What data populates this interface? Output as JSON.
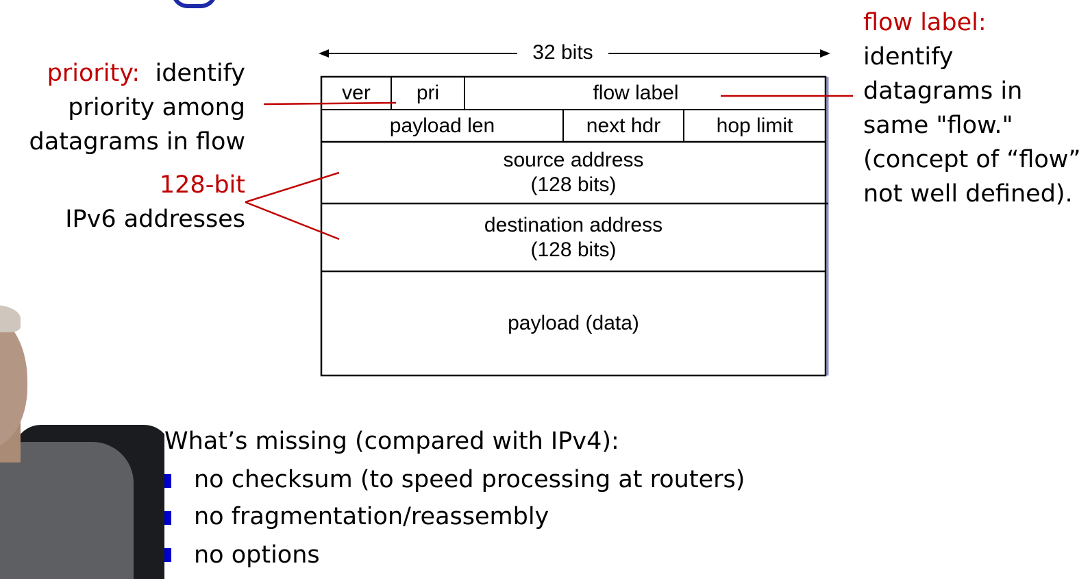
{
  "diagram": {
    "width_label": "32 bits",
    "header_row1": {
      "ver": "ver",
      "pri": "pri",
      "flow_label": "flow label"
    },
    "header_row2": {
      "payload_len": "payload len",
      "next_hdr": "next hdr",
      "hop_limit": "hop limit"
    },
    "source": {
      "line1": "source address",
      "line2": "(128 bits)"
    },
    "destination": {
      "line1": "destination address",
      "line2": "(128 bits)"
    },
    "payload": "payload (data)"
  },
  "annotations": {
    "priority": {
      "term": "priority:",
      "text1": "identify",
      "text2": "priority among",
      "text3": "datagrams in flow"
    },
    "addresses": {
      "term": "128-bit",
      "text": "IPv6 addresses"
    },
    "flow_label": {
      "term": "flow label:",
      "lines": [
        "identify",
        "datagrams in",
        "same \"flow.\"",
        "(concept of “flow”",
        "not well defined)."
      ]
    }
  },
  "missing": {
    "heading": "What’s missing (compared with IPv4):",
    "items": [
      "no checksum (to speed processing at routers)",
      "no fragmentation/reassembly",
      "no options"
    ]
  },
  "colors": {
    "accent": "#c00000",
    "bullet": "#0000cc",
    "line": "#000000"
  }
}
